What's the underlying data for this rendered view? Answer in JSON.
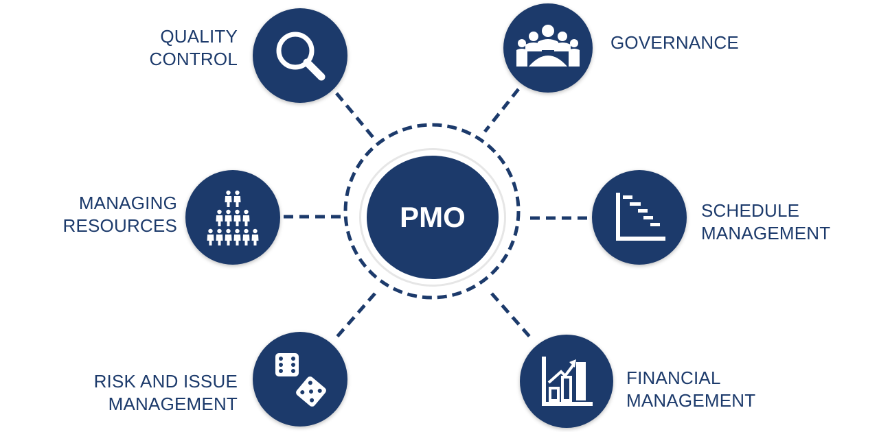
{
  "hub": {
    "label": "PMO"
  },
  "nodes": {
    "quality_control": {
      "lines": [
        "QUALITY",
        "CONTROL"
      ],
      "icon": "magnifier-icon"
    },
    "governance": {
      "lines": [
        "GOVERNANCE"
      ],
      "icon": "meeting-icon"
    },
    "managing_resources": {
      "lines": [
        "MANAGING",
        "RESOURCES"
      ],
      "icon": "people-pyramid-icon"
    },
    "schedule_management": {
      "lines": [
        "SCHEDULE",
        "MANAGEMENT"
      ],
      "icon": "gantt-icon"
    },
    "risk_issue_management": {
      "lines": [
        "RISK AND ISSUE",
        "MANAGEMENT"
      ],
      "icon": "dice-icon"
    },
    "financial_management": {
      "lines": [
        "FINANCIAL",
        "MANAGEMENT"
      ],
      "icon": "growth-chart-icon"
    }
  },
  "colors": {
    "primary": "#1c3a6b",
    "ring": "#e6e6e6",
    "background": "#ffffff"
  }
}
